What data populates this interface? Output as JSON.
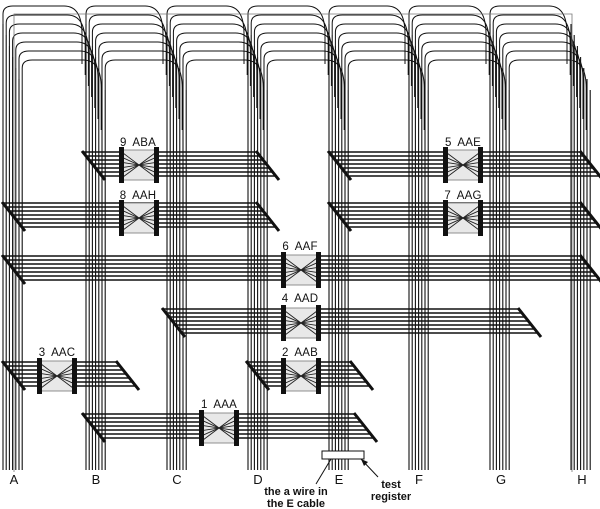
{
  "columns": [
    "A",
    "B",
    "C",
    "D",
    "E",
    "F",
    "G",
    "H"
  ],
  "switches": [
    {
      "number": "9",
      "code": "ABA",
      "rows": "B-D"
    },
    {
      "number": "5",
      "code": "AAE",
      "rows": "E-H"
    },
    {
      "number": "8",
      "code": "AAH",
      "rows": "A-D"
    },
    {
      "number": "7",
      "code": "AAG",
      "rows": "E-H"
    },
    {
      "number": "6",
      "code": "AAF",
      "rows": "A-H"
    },
    {
      "number": "4",
      "code": "AAD",
      "rows": "C-G"
    },
    {
      "number": "3",
      "code": "AAC",
      "rows": "A-B"
    },
    {
      "number": "2",
      "code": "AAB",
      "rows": "D-E"
    },
    {
      "number": "1",
      "code": "AAA",
      "rows": "B-E"
    }
  ],
  "annotations": {
    "wire_note_line1": "the a wire in",
    "wire_note_line2": "the E cable",
    "register_note_line1": "test",
    "register_note_line2": "register"
  },
  "colors": {
    "wire": "#111111",
    "crossing": "#222222",
    "switch_fill": "#e8e8e8",
    "frame": "#777777"
  }
}
